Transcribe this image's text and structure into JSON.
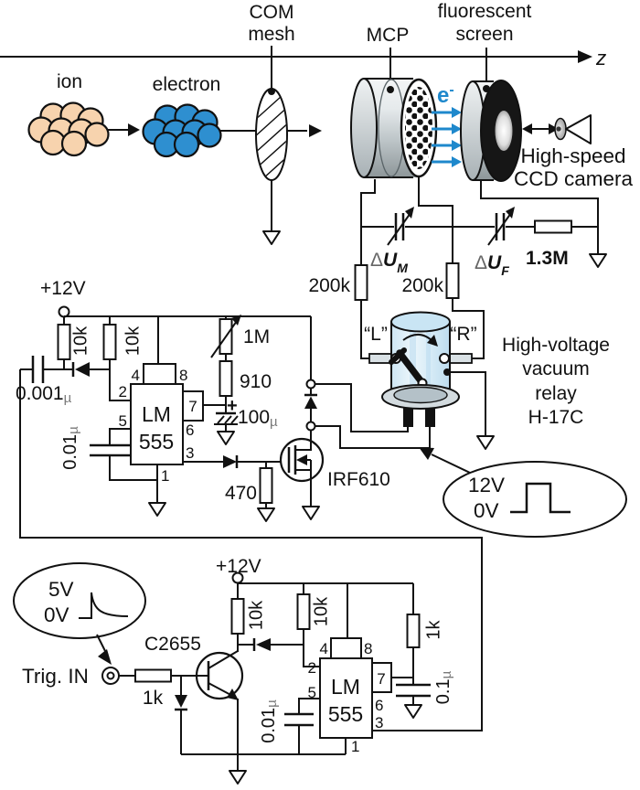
{
  "top": {
    "mesh_line1": "COM",
    "mesh_line2": "mesh",
    "mcp": "MCP",
    "screen_line1": "fluorescent",
    "screen_line2": "screen",
    "axis": "z",
    "ion": "ion",
    "electron": "electron",
    "e_sym": "e",
    "e_sup": "-",
    "camera_line1": "High-speed",
    "camera_line2": "CCD camera"
  },
  "divider": {
    "r_left": "200k",
    "r_right": "200k",
    "du_m": {
      "d": "Δ",
      "u": "U",
      "s": "M"
    },
    "du_f": {
      "d": "Δ",
      "u": "U",
      "s": "F"
    },
    "r_series": "1.3M"
  },
  "relay": {
    "left": "“L”",
    "right": "“R”",
    "name1": "High-voltage",
    "name2": "vacuum",
    "name3": "relay",
    "name4": "H-17C",
    "pulse_high": "12V",
    "pulse_low": "0V"
  },
  "driver": {
    "supply": "+12V",
    "r1": "10k",
    "r2": "10k",
    "c_couple_v": "0.001",
    "c_couple_u": "µ",
    "c_ctrl_v": "0.01",
    "c_ctrl_u": "µ",
    "pot": "1M",
    "r_t": "910",
    "c_t_plus": "+",
    "c_t_v": "100",
    "c_t_u": "µ",
    "r_gate": "470",
    "mosfet": "IRF610",
    "ic1": "LM",
    "ic2": "555",
    "p4": "4",
    "p8": "8",
    "p2": "2",
    "p5": "5",
    "p7": "7",
    "p6": "6",
    "p3": "3",
    "p1": "1"
  },
  "trigger": {
    "pulse_high": "5V",
    "pulse_low": "0V",
    "input": "Trig. IN",
    "r_in": "1k",
    "q": "C2655",
    "supply": "+12V",
    "r1": "10k",
    "r2": "10k",
    "r_t": "1k",
    "c_ctrl_v": "0.01",
    "c_ctrl_u": "µ",
    "c_t_v": "0.1",
    "c_t_u": "µ",
    "ic1": "LM",
    "ic2": "555",
    "p4": "4",
    "p8": "8",
    "p2": "2",
    "p5": "5",
    "p7": "7",
    "p6": "6",
    "p3": "3",
    "p1": "1"
  }
}
